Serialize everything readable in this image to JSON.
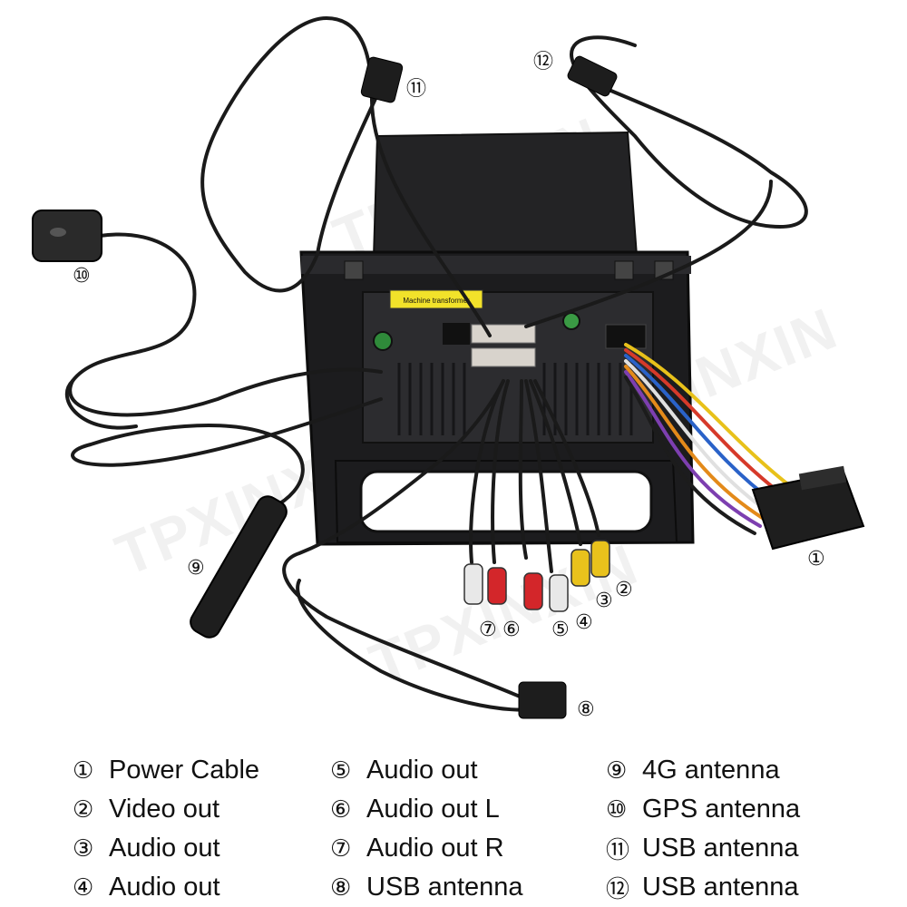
{
  "watermark": "TPXINXIN",
  "sticker_label": "Machine transformer",
  "callouts": {
    "c1": "①",
    "c2": "②",
    "c3": "③",
    "c4": "④",
    "c5": "⑤",
    "c6": "⑥",
    "c7": "⑦",
    "c8": "⑧",
    "c9": "⑨",
    "c10": "⑩",
    "c11": "⑪",
    "c12": "⑫"
  },
  "legend": {
    "col1": [
      {
        "num": "①",
        "label": "Power Cable"
      },
      {
        "num": "②",
        "label": "Video out"
      },
      {
        "num": "③",
        "label": "Audio out"
      },
      {
        "num": "④",
        "label": "Audio out"
      }
    ],
    "col2": [
      {
        "num": "⑤",
        "label": "Audio out"
      },
      {
        "num": "⑥",
        "label": "Audio out L"
      },
      {
        "num": "⑦",
        "label": "Audio out R"
      },
      {
        "num": "⑧",
        "label": "USB antenna"
      }
    ],
    "col3": [
      {
        "num": "⑨",
        "label": "4G antenna"
      },
      {
        "num": "⑩",
        "label": "GPS antenna"
      },
      {
        "num": "⑪",
        "label": "USB antenna"
      },
      {
        "num": "⑫",
        "label": "USB antenna"
      }
    ]
  },
  "colors": {
    "unit_body": "#1c1c1e",
    "screen": "#222224",
    "cable": "#1a1a1a",
    "rca_red": "#d3262a",
    "rca_white": "#e8e8e8",
    "rca_yellow": "#e9c21c",
    "sticker": "#f2e22a"
  }
}
